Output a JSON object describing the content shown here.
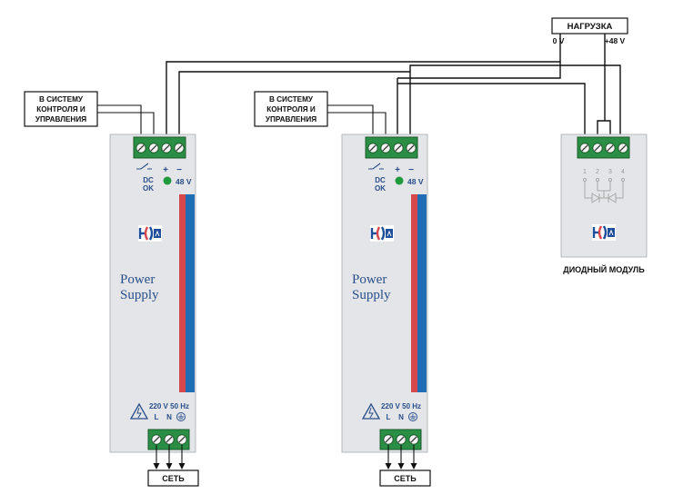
{
  "load": {
    "label": "НАГРУЗКА",
    "neg": "0 V",
    "pos": "+48 V"
  },
  "units": [
    {
      "control_label": [
        "В СИСТЕМУ",
        "КОНТРОЛЯ И",
        "УПРАВЛЕНИЯ"
      ],
      "plus": "+",
      "minus": "−",
      "dc": "DC",
      "ok": "OK",
      "voltage": "48 V",
      "title": [
        "Power",
        "Supply"
      ],
      "input": "220 V  50 Hz",
      "l": "L",
      "n": "N",
      "mains": "СЕТЬ"
    },
    {
      "control_label": [
        "В СИСТЕМУ",
        "КОНТРОЛЯ И",
        "УПРАВЛЕНИЯ"
      ],
      "plus": "+",
      "minus": "−",
      "dc": "DC",
      "ok": "OK",
      "voltage": "48 V",
      "title": [
        "Power",
        "Supply"
      ],
      "input": "220 V  50 Hz",
      "l": "L",
      "n": "N",
      "mains": "СЕТЬ"
    }
  ],
  "diode_module": {
    "label": "ДИОДНЫЙ МОДУЛЬ",
    "pins": [
      "1",
      "2",
      "3",
      "4"
    ]
  },
  "colors": {
    "stripe_red": "#d8474c",
    "stripe_blue": "#1f6db4",
    "terminal_green": "#2a8f45",
    "case": "#e3e5e8"
  }
}
